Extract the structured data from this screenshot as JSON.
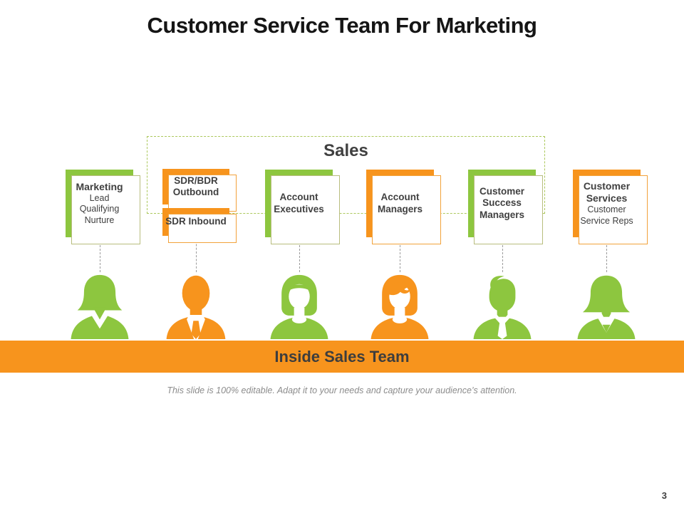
{
  "slide": {
    "title": "Customer Service Team For Marketing",
    "footer_note": "This slide is 100% editable. Adapt it to your needs and capture your audience’s attention.",
    "page_number": "3"
  },
  "colors": {
    "green": "#8DC63F",
    "orange": "#F7941D",
    "text_dark": "#404040",
    "title_color": "#151515",
    "dashed_green": "#ACC85C",
    "connector_gray": "#9B9B9B",
    "caption_gray": "#8C8C8C"
  },
  "sales_group": {
    "label": "Sales"
  },
  "boxes": [
    {
      "id": "marketing",
      "color": "green",
      "title": "Marketing",
      "lines": [
        "Lead",
        "Qualifying",
        "Nurture"
      ]
    },
    {
      "id": "sdr-bdr-outbound",
      "color": "orange",
      "title": "SDR/BDR Outbound"
    },
    {
      "id": "sdr-inbound",
      "color": "orange",
      "title": "SDR Inbound"
    },
    {
      "id": "account-executives",
      "color": "green",
      "title": "Account Executives"
    },
    {
      "id": "account-managers",
      "color": "orange",
      "title": "Account Managers"
    },
    {
      "id": "customer-success-managers",
      "color": "green",
      "title": "Customer Success Managers"
    },
    {
      "id": "customer-services",
      "color": "orange",
      "title": "Customer Services",
      "lines": [
        "Customer",
        "Service Reps"
      ]
    }
  ],
  "team_members": [
    {
      "icon": "businesswoman-icon",
      "color": "green"
    },
    {
      "icon": "businessman-icon",
      "color": "orange"
    },
    {
      "icon": "businesswoman-face-icon",
      "color": "green"
    },
    {
      "icon": "businesswoman-face-icon",
      "color": "orange"
    },
    {
      "icon": "businessman-quiff-icon",
      "color": "green"
    },
    {
      "icon": "businesswoman-vcollar-icon",
      "color": "green"
    }
  ],
  "banner": {
    "label": "Inside Sales Team"
  }
}
